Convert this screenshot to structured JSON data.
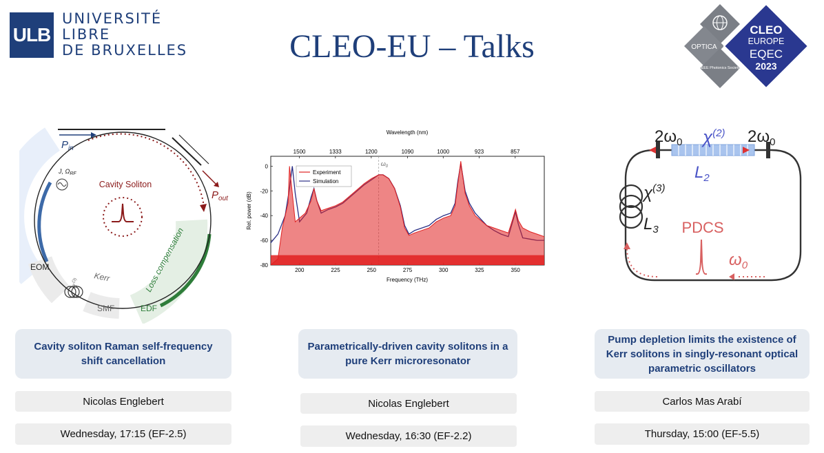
{
  "header": {
    "logo_text": "ULB",
    "university_lines": [
      "UNIVERSITÉ",
      "LIBRE",
      "DE BRUXELLES"
    ],
    "title": "CLEO-EU – Talks",
    "conference_logo": {
      "optica": "OPTICA",
      "ieee": "IEEE Photonics Society",
      "lines": [
        "CLEO",
        "EUROPE",
        "EQEC",
        "2023"
      ]
    }
  },
  "figures": {
    "fig1": {
      "labels": {
        "pin": "P",
        "pin_sub": "in",
        "pout": "P",
        "pout_sub": "out",
        "rf": "J, Ω",
        "rf_sub": "RF",
        "cavity": "Cavity Soliton",
        "loss": "Loss compensation",
        "eom": "EOM",
        "kerr": "Kerr",
        "chi": "χ",
        "chi_sup": "(3)",
        "smf": "SMF",
        "edf": "EDF"
      }
    },
    "fig3": {
      "labels": {
        "w_left": "2ω",
        "w_left_sub": "0",
        "chi2": "χ",
        "chi2_sup": "(2)",
        "w_right": "2ω",
        "w_right_sub": "0",
        "l2": "L",
        "l2_sub": "2",
        "chi3": "χ",
        "chi3_sup": "(3)",
        "l3": "L",
        "l3_sub": "3",
        "pdcs": "PDCS",
        "w0": "ω",
        "w0_sub": "0"
      }
    }
  },
  "chart_data": {
    "type": "line",
    "xlabel": "Frequency (THz)",
    "ylabel": "Rel. power (dB)",
    "top_xlabel": "Wavelength (nm)",
    "xlim": [
      180,
      370
    ],
    "ylim": [
      -80,
      8
    ],
    "x_ticks": [
      200,
      225,
      250,
      275,
      300,
      325,
      350
    ],
    "y_ticks": [
      0,
      -20,
      -40,
      -60,
      -80
    ],
    "top_ticks": [
      {
        "label": "1500",
        "x": 199.9
      },
      {
        "label": "1333",
        "x": 224.9
      },
      {
        "label": "1200",
        "x": 249.8
      },
      {
        "label": "1090",
        "x": 275.0
      },
      {
        "label": "1000",
        "x": 299.8
      },
      {
        "label": "923",
        "x": 324.8
      },
      {
        "label": "857",
        "x": 349.8
      }
    ],
    "omega_label": "ω",
    "omega_sub": "0",
    "omega_x": 255,
    "legend": [
      "Experiment",
      "Simulation"
    ],
    "legend_position": "top-left",
    "series": [
      {
        "name": "Simulation",
        "color": "#2a2f85",
        "x": [
          180,
          185,
          190,
          193,
          195,
          197,
          200,
          205,
          208,
          210,
          212,
          215,
          220,
          225,
          230,
          235,
          240,
          245,
          250,
          255,
          258,
          262,
          266,
          270,
          273,
          276,
          280,
          285,
          290,
          295,
          300,
          305,
          308,
          310,
          312,
          313,
          315,
          318,
          322,
          326,
          330,
          335,
          340,
          345,
          348,
          350,
          352,
          355,
          360,
          365,
          370
        ],
        "y": [
          -62,
          -55,
          -40,
          -18,
          0,
          -22,
          -45,
          -38,
          -25,
          -18,
          -28,
          -38,
          -35,
          -33,
          -30,
          -25,
          -20,
          -15,
          -11,
          -7,
          -7,
          -10,
          -18,
          -32,
          -48,
          -55,
          -52,
          -50,
          -48,
          -43,
          -40,
          -38,
          -30,
          -12,
          2,
          -5,
          -20,
          -30,
          -38,
          -43,
          -48,
          -52,
          -55,
          -57,
          -45,
          -37,
          -47,
          -58,
          -59,
          -60,
          -60
        ]
      },
      {
        "name": "Experiment",
        "color": "#e02020",
        "x": [
          180,
          185,
          188,
          192,
          193,
          195,
          197,
          200,
          204,
          208,
          210,
          212,
          215,
          220,
          225,
          230,
          235,
          240,
          245,
          250,
          255,
          258,
          262,
          266,
          270,
          273,
          276,
          280,
          285,
          290,
          295,
          300,
          305,
          308,
          310,
          312,
          313,
          315,
          318,
          322,
          326,
          330,
          335,
          340,
          345,
          348,
          350,
          352,
          355,
          360,
          365,
          370
        ],
        "y": [
          -80,
          -75,
          -50,
          -30,
          0,
          -22,
          -45,
          -42,
          -38,
          -28,
          -18,
          -28,
          -36,
          -34,
          -32,
          -29,
          -24,
          -19,
          -14,
          -10,
          -7,
          -7,
          -10,
          -18,
          -33,
          -50,
          -56,
          -54,
          -52,
          -50,
          -45,
          -42,
          -40,
          -32,
          -14,
          4,
          -5,
          -22,
          -32,
          -40,
          -44,
          -48,
          -50,
          -52,
          -54,
          -43,
          -35,
          -44,
          -50,
          -53,
          -55,
          -57
        ]
      }
    ]
  },
  "talks": [
    {
      "title": "Cavity soliton Raman self-frequency shift cancellation",
      "speaker": "Nicolas Englebert",
      "time": "Wednesday, 17:15 (EF-2.5)"
    },
    {
      "title": "Parametrically-driven cavity solitons in a pure Kerr microresonator",
      "speaker": "Nicolas Englebert",
      "time": "Wednesday, 16:30 (EF-2.2)"
    },
    {
      "title": "Pump depletion limits the existence of Kerr solitons in singly-resonant optical parametric oscillators",
      "speaker": "Carlos Mas Arabí",
      "time": "Thursday, 15:00 (EF-5.5)"
    }
  ]
}
